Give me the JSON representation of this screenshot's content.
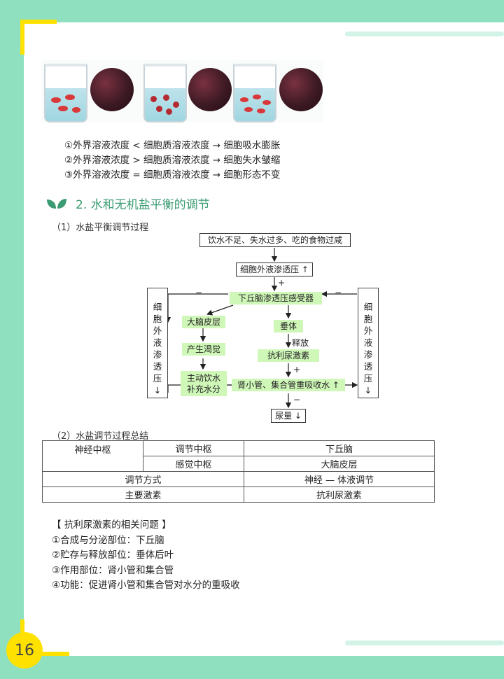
{
  "page_number": "16",
  "colors": {
    "background": "#8ee0bf",
    "accent_yellow": "#ffe100",
    "heading_green": "#3b9b72",
    "node_green": "#cff7b8"
  },
  "osmosis_list": [
    "①外界溶液浓度 < 细胞质溶液浓度 → 细胞吸水膨胀",
    "②外界溶液浓度 > 细胞质溶液浓度 → 细胞失水皱缩",
    "③外界溶液浓度 = 细胞质溶液浓度 → 细胞形态不变"
  ],
  "section": {
    "icon": "leaf-icon",
    "title": "2. 水和无机盐平衡的调节"
  },
  "sub1": "（1）水盐平衡调节过程",
  "flow": {
    "top": "饮水不足、失水过多、吃的食物过咸",
    "rise": "细胞外液渗透压 ↑",
    "plus1": "+",
    "receptor": "下丘脑渗透压感受器",
    "left_col": [
      "细",
      "胞",
      "外",
      "液",
      "渗",
      "透",
      "压",
      "↓"
    ],
    "right_col": [
      "细",
      "胞",
      "外",
      "液",
      "渗",
      "透",
      "压",
      "↓"
    ],
    "minus_left": "−",
    "minus_right": "−",
    "cortex": "大脑皮层",
    "thirst": "产生渴觉",
    "drink": [
      "主动饮水",
      "补充水分"
    ],
    "pituitary": "垂体",
    "release": "释放",
    "adh": "抗利尿激素",
    "plus2": "+",
    "kidney": "肾小管、集合管重吸收水 ↑",
    "minus_bottom": "−",
    "urine": "尿量 ↓"
  },
  "sub2": "（2）水盐调节过程总结",
  "summary": {
    "nerve_center": "神经中枢",
    "reg_center": "调节中枢",
    "reg_center_val": "下丘脑",
    "sense_center": "感觉中枢",
    "sense_center_val": "大脑皮层",
    "mode": "调节方式",
    "mode_val": "神经 — 体液调节",
    "hormone": "主要激素",
    "hormone_val": "抗利尿激素"
  },
  "adh_heading": "【 抗利尿激素的相关问题 】",
  "adh_list": [
    "①合成与分泌部位：下丘脑",
    "②贮存与释放部位：垂体后叶",
    "③作用部位：肾小管和集合管",
    "④功能：促进肾小管和集合管对水分的重吸收"
  ]
}
